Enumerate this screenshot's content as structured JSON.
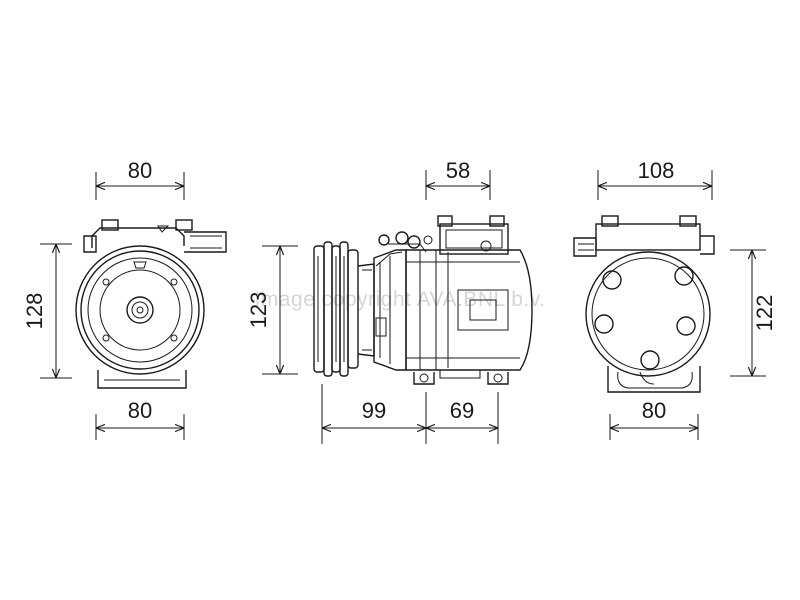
{
  "dimensions": {
    "front_top": "80",
    "front_bottom": "80",
    "front_left": "128",
    "side_top": "58",
    "side_left": "123",
    "side_bottom_left": "99",
    "side_bottom_right": "69",
    "rear_top": "108",
    "rear_bottom": "80",
    "rear_right": "122"
  },
  "watermark": "Image copyright AVA.BNL b.v.",
  "colors": {
    "line": "#1a1a1a",
    "background": "#ffffff"
  }
}
